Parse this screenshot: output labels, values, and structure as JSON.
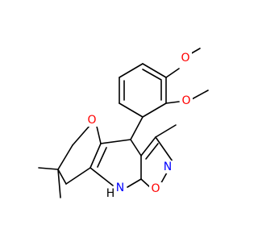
{
  "molecule": {
    "atoms": {
      "carbonyl_oxygen": "O",
      "ring_nitrogen_h": "H",
      "ring_nitrogen": "N",
      "isoxazole_oxygen": "O",
      "isoxazole_nitrogen": "N",
      "methoxy_oxygen_upper": "O",
      "methoxy_oxygen_lower": "O"
    },
    "colors": {
      "bond": "#000000",
      "oxygen": "#ff0000",
      "nitrogen": "#0000ff",
      "hydrogen": "#000000",
      "background": "#ffffff"
    }
  }
}
